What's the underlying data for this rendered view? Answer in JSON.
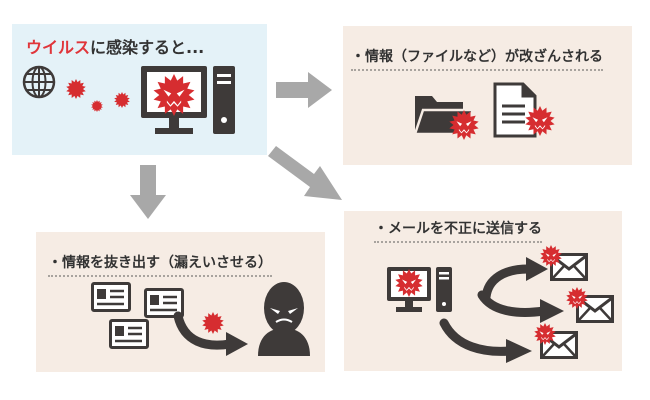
{
  "main_panel": {
    "title_highlight": "ウイルス",
    "title_rest": "に感染すると..."
  },
  "panels": {
    "tamper": {
      "heading": "・情報（ファイルなど）が改ざんされる"
    },
    "leak": {
      "heading": "・情報を抜き出す（漏えいさせる）"
    },
    "spam": {
      "heading": "・メールを不正に送信する"
    }
  },
  "colors": {
    "virus": "#d62d30",
    "icon_dark": "#3e3a39",
    "arrow_gray": "#a8a8a8",
    "main_panel_bg": "#e4f2f8",
    "sub_panel_bg": "#f6ece4",
    "title_accent": "#e0353a"
  },
  "icons": [
    "globe-icon",
    "virus-icon",
    "computer-icon",
    "folder-icon",
    "document-icon",
    "id-card-icon",
    "hacker-icon",
    "envelope-icon",
    "curved-arrow-icon"
  ]
}
